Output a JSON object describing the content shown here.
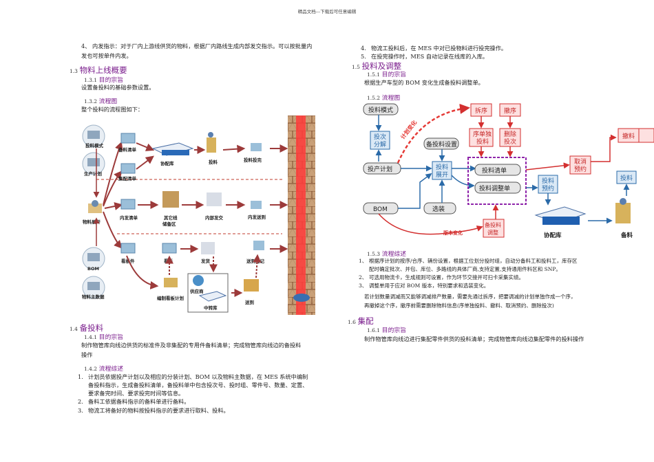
{
  "header": "精品文档---下载后可任意编辑",
  "left": {
    "intro_num": "4、",
    "intro_line1": "内发指示：对于厂内上游线供货的物料，根据厂内路线生成内部发交指示。可以按批量内",
    "intro_line2": "发也可按单件内发。",
    "s13_num": "1.3",
    "s13_title": "物料上线概要",
    "s131_num": "1.3.1",
    "s131_title": "目的宗旨",
    "s131_text": "设置备投料的基础参数设置。",
    "s132_num": "1.3.2",
    "s132_title": "流程图",
    "s132_text": "整个投料的流程图如下：",
    "diagram": {
      "n_plan_mode": "投料模式",
      "n_prod_plan": "生产计划",
      "n_expand": "物料展开",
      "n_bom": "BOM",
      "n_master": "物料主数据",
      "n_order": "备料清单",
      "n_collect": "集配清单",
      "n_coop": "协配库",
      "n_feed": "投料",
      "n_feed_done": "投料投完",
      "n_internal_list": "内发清单",
      "n_other": "其它线",
      "n_other2": "储备区",
      "n_internal_send": "内部发交",
      "n_internal_arrive": "内发送到",
      "n_kanban_item": "看板件",
      "n_kanban": "看板",
      "n_send": "发货",
      "n_arrive_reg": "送到登记",
      "n_kanban_plan": "编制看板计划",
      "n_supplier": "供应商",
      "n_transit": "中转库",
      "n_delivered": "送到"
    },
    "s14_num": "1.4",
    "s14_title": "备投料",
    "s141_num": "1.4.1",
    "s141_title": "目的宗旨",
    "s141_line1": "制作物管库向线边供货的标准件及非集配的专用件备料清单；完成物管库向线边的备投料",
    "s141_line2": "操作",
    "s142_num": "1.4.2",
    "s142_title": "流程综述",
    "items": [
      {
        "n": "1.",
        "lines": [
          "计划员依据投产计划以及相应的分装计划、BOM 以及物料主数据，在 MES 系统中编制",
          "备投料指示，生成备投料清单，备投料单中包含投次号、投时组、零件号、数量、定置、",
          "要求备完时间、要求投完时间等信息。"
        ]
      },
      {
        "n": "2.",
        "lines": [
          "备料工依据备料指示的备料单进行备料。"
        ]
      },
      {
        "n": "3.",
        "lines": [
          "物流工将备好的物料按投料指示的要求进行取料、投料。"
        ]
      }
    ]
  },
  "right": {
    "items_top": [
      {
        "n": "4.",
        "text": "物流工投料后，在 MES 中对已投物料进行投完操作。"
      },
      {
        "n": "5.",
        "text": "在投完操作时，MES 自动记录在线库的入库。"
      }
    ],
    "s15_num": "1.5",
    "s15_title": "投料及调整",
    "s151_num": "1.5.1",
    "s151_title": "目的宗旨",
    "s151_text": "根据生产车型的 BOM 变化生成备投料调整单。",
    "s152_num": "1.5.2",
    "s152_title": "流程图",
    "flow": {
      "plan_mode": "投料模式",
      "split1": "投次",
      "split2": "分解",
      "plan_change": "计划变化",
      "prod_plan": "投产计划",
      "feed_setting": "备投料设置",
      "expand1": "投料",
      "expand2": "展开",
      "feed_list": "投料清单",
      "adjust_list": "投料调整单",
      "split_seq": "拆序",
      "cancel_seq": "撤序",
      "seq_feed1": "序单独",
      "seq_feed2": "投料",
      "del_feed1": "删除",
      "del_feed2": "投次",
      "cancel_res1": "取消",
      "cancel_res2": "预约",
      "withdraw": "撤料",
      "feed_res1": "投料",
      "feed_res2": "预约",
      "feed": "投料",
      "bom": "BOM",
      "option": "选装",
      "version_change": "版本变化",
      "adjust1": "备投料",
      "adjust2": "调整",
      "coop": "协配库",
      "prepare": "备料"
    },
    "s153_num": "1.5.3",
    "s153_title": "流程综述",
    "summary": [
      {
        "n": "1、",
        "lines": [
          "根据序计划的按序/合序、辆份设置，根据工位划分投时组，自动分备料工和投料工，库存区",
          "配时确定批次、并包、库位、多路线的具体厂商,支持定置,支持通用件料区和 SNP。"
        ]
      },
      {
        "n": "2、",
        "lines": [
          "可选用物流卡，生成规则可设置，作为环节交接并可扫卡采集实绩。"
        ]
      },
      {
        "n": "3、",
        "lines": [
          "调整单用于应对 BOM 版本，特别要求和选装变化。"
        ]
      }
    ],
    "note_line1": "若计划数量调减而又能够调减排产数量，需要先通过拆序，把要调减的计划单独作成一个序，",
    "note_line2": "再撤掉这个序，撤序前需要删除物料信息(序单独投料、撤料、取消预约、删除投次)",
    "s16_num": "1.6",
    "s16_title": "集配",
    "s161_num": "1.6.1",
    "s161_title": "目的宗旨",
    "s161_text": "制作物管库向线边进行集配零件供货的投料清单；完成物管库向线边集配零件的投料操作"
  }
}
